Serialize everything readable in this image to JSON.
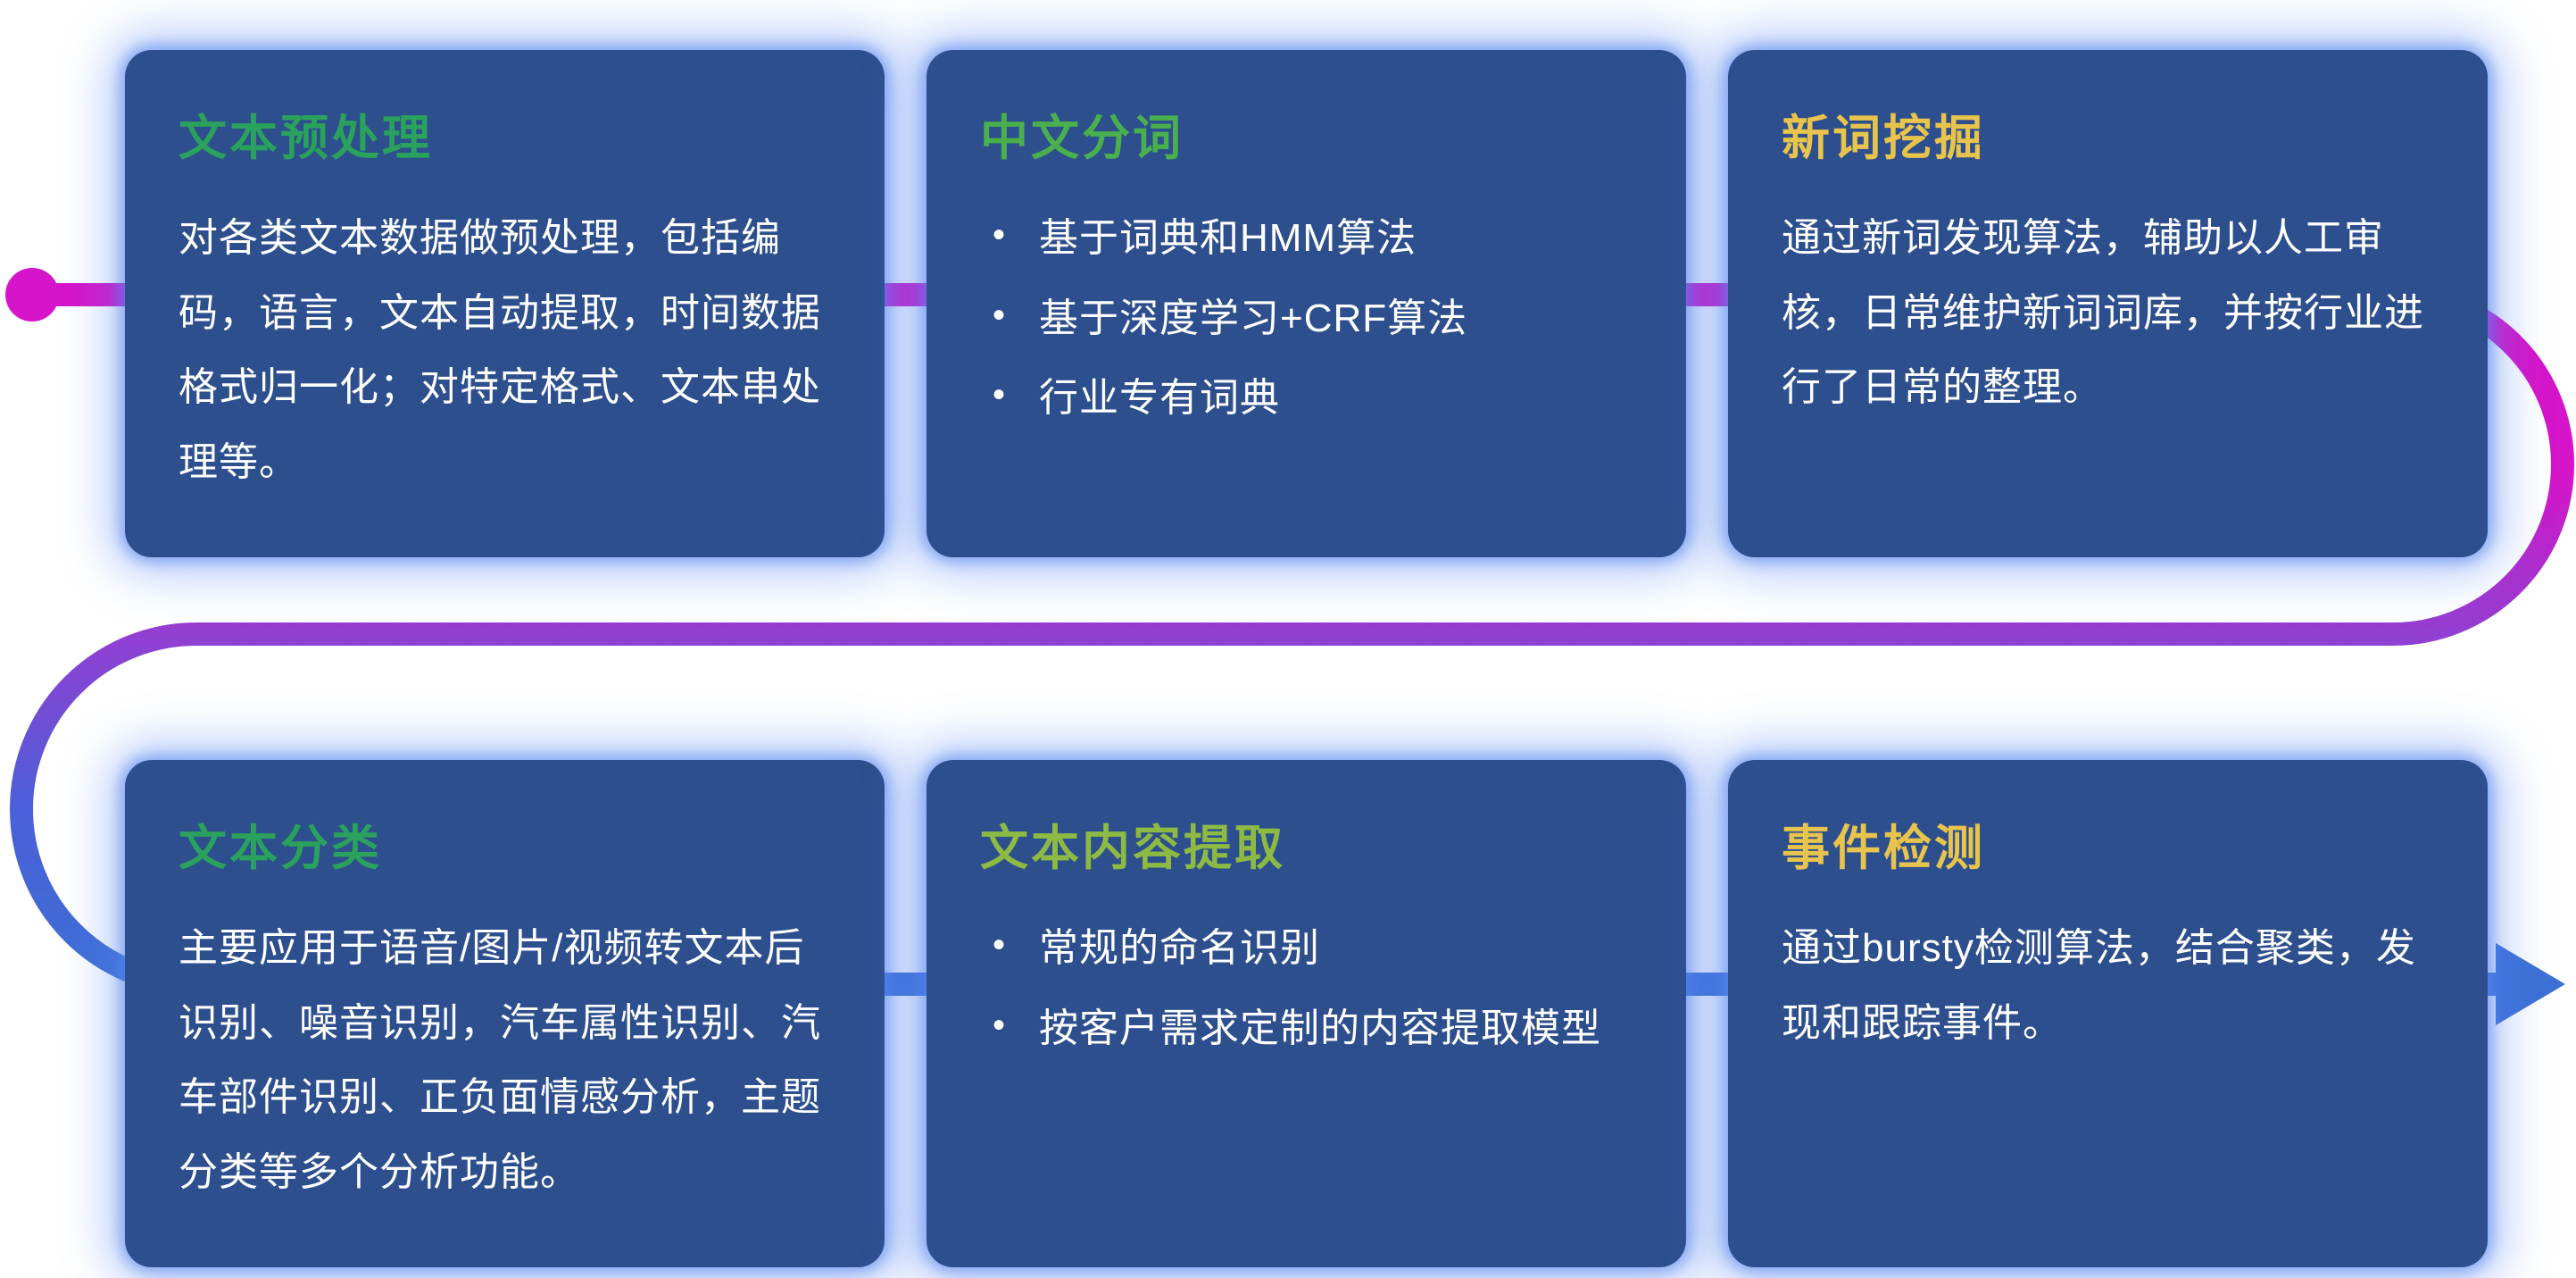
{
  "flow": {
    "colors": {
      "magenta": "#d614c9",
      "purple": "#9040d2",
      "violet_blue": "#4b5fd8",
      "blue": "#3d70d5"
    },
    "start_color": "#d614c9",
    "arrow_color": "#3d70d5"
  },
  "cards": [
    {
      "id": "text-preprocessing",
      "title": "文本预处理",
      "title_color": "#2aa15c",
      "body": "对各类文本数据做预处理，包括编码，语言，文本自动提取，时间数据格式归一化；对特定格式、文本串处理等。"
    },
    {
      "id": "chinese-word-segmentation",
      "title": "中文分词",
      "title_color": "#4ab04e",
      "bullets": [
        "基于词典和HMM算法",
        "基于深度学习+CRF算法",
        "行业专有词典"
      ]
    },
    {
      "id": "new-word-mining",
      "title": "新词挖掘",
      "title_color": "#e8c44c",
      "body": "通过新词发现算法，辅助以人工审核，日常维护新词词库，并按行业进行了日常的整理。"
    },
    {
      "id": "text-classification",
      "title": "文本分类",
      "title_color": "#2aa15c",
      "body": "主要应用于语音/图片/视频转文本后识别、噪音识别，汽车属性识别、汽车部件识别、正负面情感分析，主题分类等多个分析功能。"
    },
    {
      "id": "text-content-extraction",
      "title": "文本内容提取",
      "title_color": "#8cba43",
      "bullets": [
        "常规的命名识别",
        "按客户需求定制的内容提取模型"
      ]
    },
    {
      "id": "event-detection",
      "title": "事件检测",
      "title_color": "#e8c44c",
      "body": "通过bursty检测算法，结合聚类，发现和跟踪事件。"
    }
  ]
}
